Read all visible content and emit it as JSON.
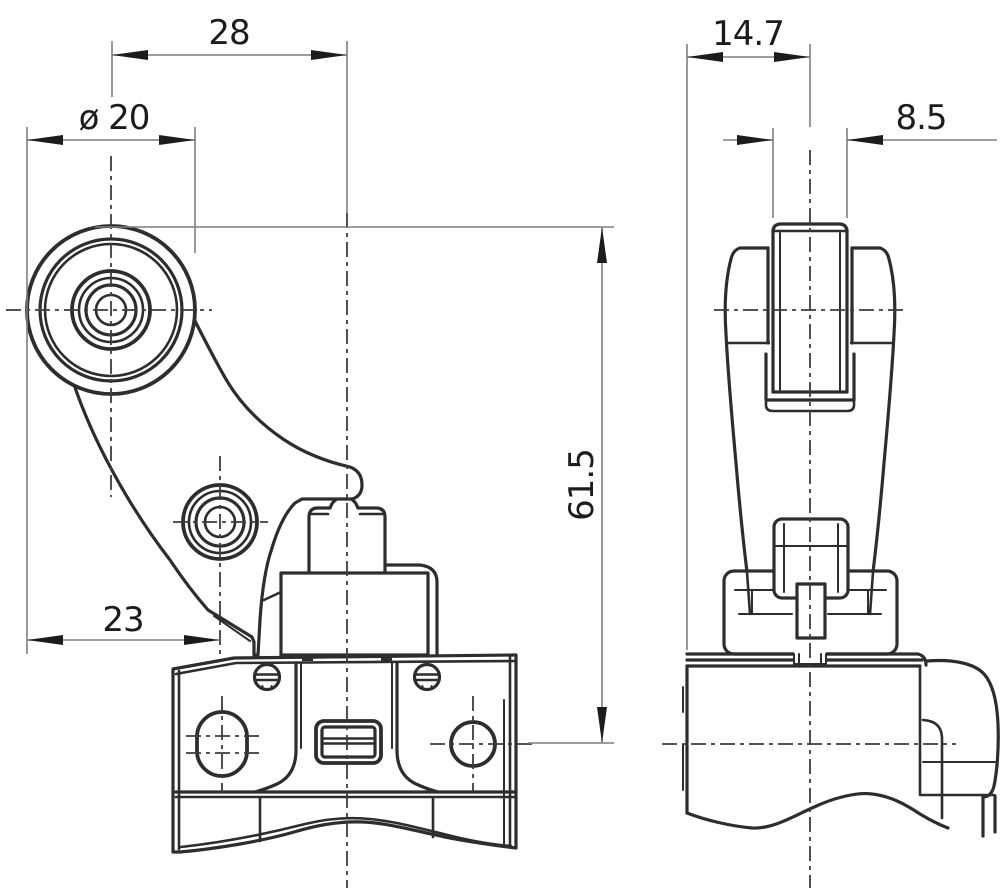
{
  "dimensions": {
    "front": {
      "roller_center_to_body_center": "28",
      "roller_diameter": "ø 20",
      "roller_tangent_to_pivot": "23",
      "roller_top_to_hole_axis": "61.5"
    },
    "side": {
      "body_face_to_lever_axis": "14.7",
      "roller_width": "8.5"
    }
  },
  "colors": {
    "background": "#ffffff",
    "outline": "#2d2d2d",
    "dimension_lines": "#7f7f7f",
    "centerlines": "#3c3c3c",
    "dimension_text": "#1c1c1c"
  }
}
